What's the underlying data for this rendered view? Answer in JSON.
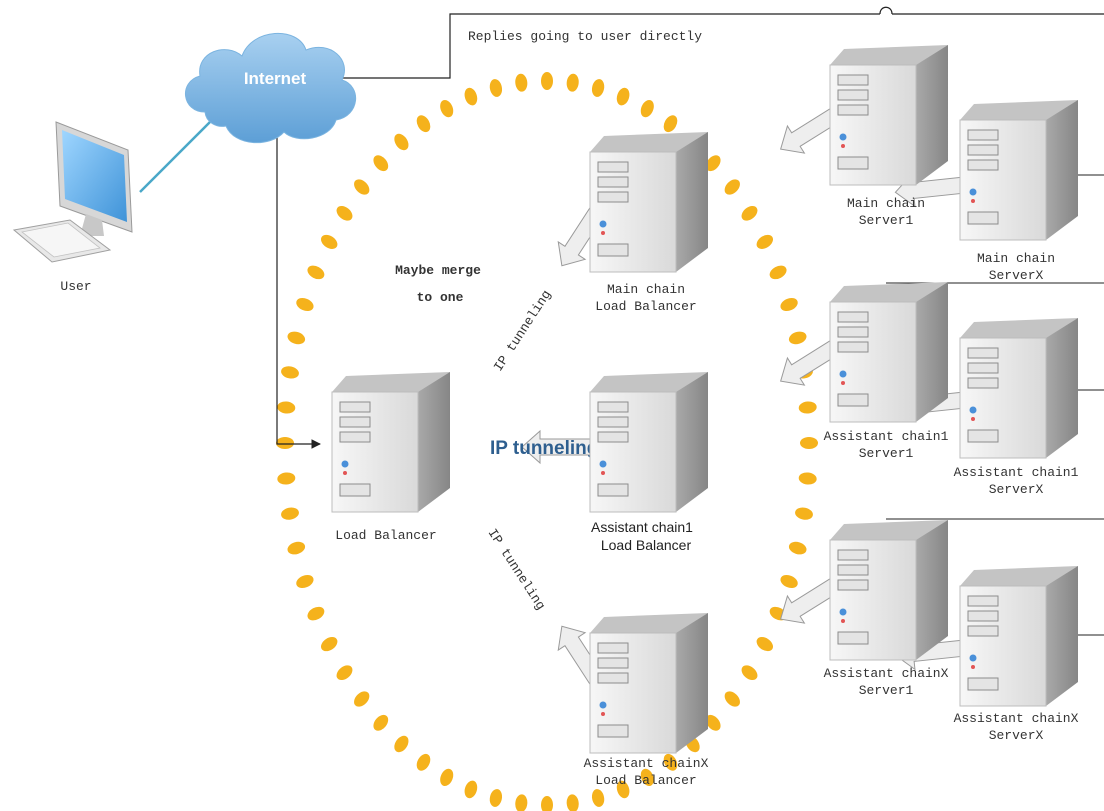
{
  "labels": {
    "replies": "Replies going to user directly",
    "internet": "Internet",
    "user": "User",
    "maybe_line1": "Maybe merge",
    "maybe_line2": "to one",
    "load_balancer": "Load Balancer",
    "tunnel_main": "IP tunneling",
    "tunnel_center": "IP tunneling",
    "tunnel_x": "IP tunneling",
    "main_lb_1": "Main chain",
    "main_lb_2": "Load Balancer",
    "a1_lb_1": "Assistant chain1",
    "a1_lb_2": "Load Balancer",
    "ax_lb_1": "Assistant chainX",
    "ax_lb_2": "Load Balancer",
    "main_s1_1": "Main chain",
    "main_s1_2": "Server1",
    "main_sx_1": "Main chain",
    "main_sx_2": "ServerX",
    "a1_s1_1": "Assistant chain1",
    "a1_s1_2": "Server1",
    "a1_sx_1": "Assistant chain1",
    "a1_sx_2": "ServerX",
    "ax_s1_1": "Assistant chainX",
    "ax_s1_2": "Server1",
    "ax_sx_1": "Assistant chainX",
    "ax_sx_2": "ServerX"
  },
  "icons": {
    "user": "desktop-computer-icon",
    "internet": "cloud-icon",
    "server": "server-tower-icon"
  },
  "colors": {
    "dots": "#f5b21c",
    "maybe_text": "#e02020",
    "tunnel_center": "#2e5f8f",
    "cloud": "#5d9fd6",
    "lines": "#222222",
    "arrow_fill": "#eeeeee"
  }
}
